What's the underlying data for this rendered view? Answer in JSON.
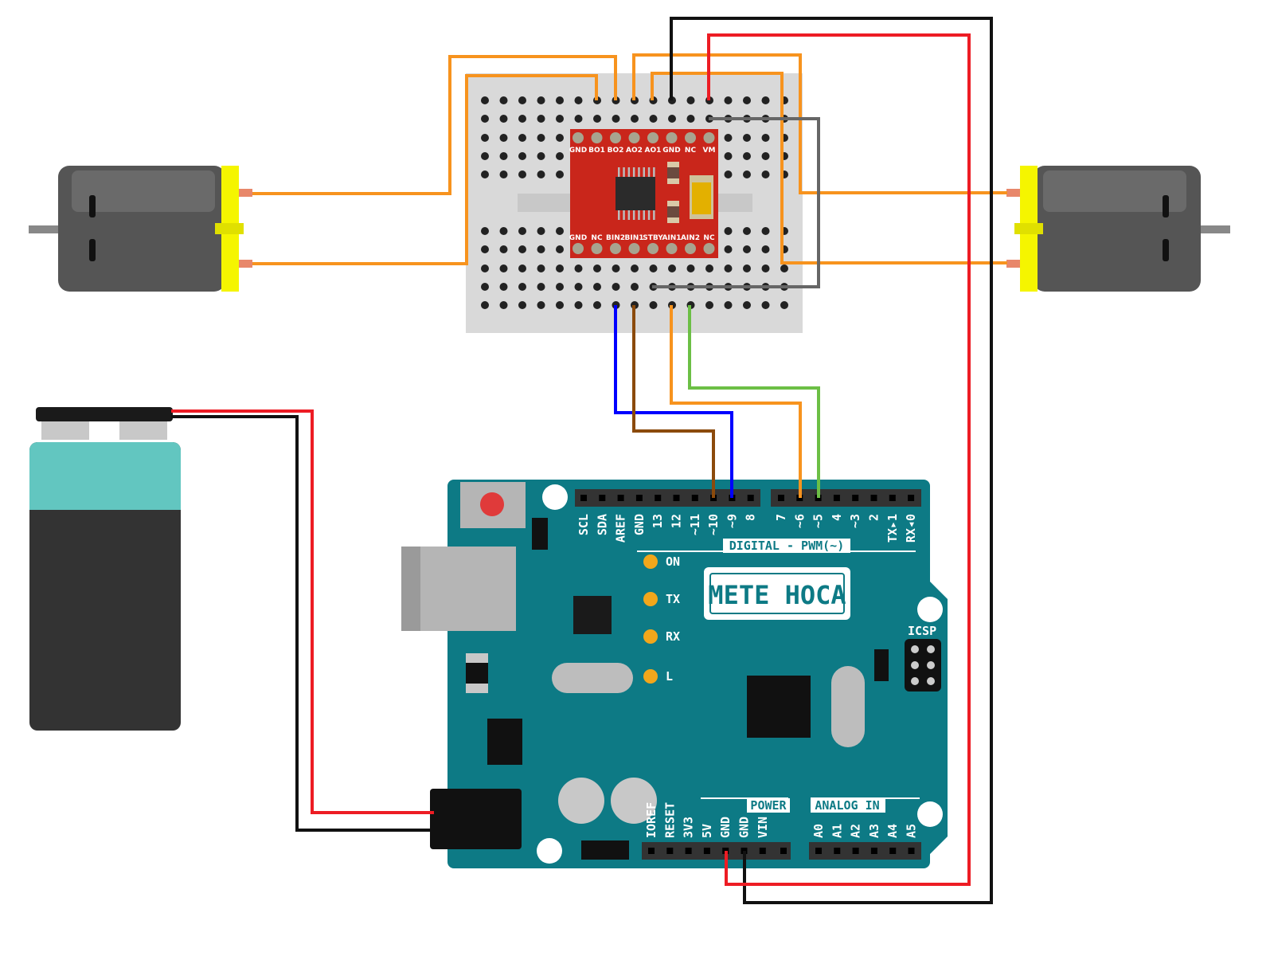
{
  "driver": {
    "top_pins": [
      "GND",
      "BO1",
      "BO2",
      "AO2",
      "AO1",
      "GND",
      "NC",
      "VM"
    ],
    "bottom_pins": [
      "GND",
      "NC",
      "BIN2",
      "BIN1",
      "STBY",
      "AIN1",
      "AIN2",
      "NC"
    ]
  },
  "arduino": {
    "digital_pins": [
      "SCL",
      "SDA",
      "AREF",
      "GND",
      "13",
      "12",
      "~11",
      "~10",
      "~9",
      "8",
      "7",
      "~6",
      "~5",
      "4",
      "~3",
      "2",
      "TX▸1",
      "RX◂0"
    ],
    "digital_title": "DIGITAL - PWM(~)",
    "power_pins": [
      "IOREF",
      "RESET",
      "3V3",
      "5V",
      "GND",
      "GND",
      "VIN"
    ],
    "power_title": "POWER",
    "analog_pins": [
      "A0",
      "A1",
      "A2",
      "A3",
      "A4",
      "A5"
    ],
    "analog_title": "ANALOG IN",
    "leds": [
      "ON",
      "TX",
      "RX",
      "L"
    ],
    "icsp": "ICSP",
    "logo": "METE HOCA"
  },
  "colors": {
    "board": "#0d7a85",
    "driver": "#c9261b",
    "wire_orange": "#f7931e",
    "wire_red": "#ed1c24",
    "wire_black": "#111111",
    "wire_gray": "#666666",
    "wire_blue": "#0000ff",
    "wire_brown": "#8b4a0b",
    "wire_green": "#6cbf45"
  }
}
